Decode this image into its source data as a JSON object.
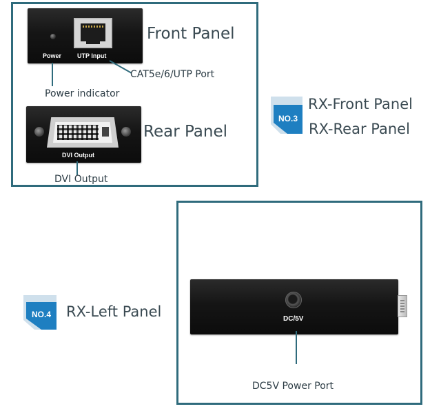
{
  "top_figure": {
    "front_panel": {
      "heading": "Front Panel",
      "power_label": "Power",
      "utp_label": "UTP Input",
      "utp_callout": "CAT5e/6/UTP Port",
      "power_callout": "Power indicator"
    },
    "rear_panel": {
      "heading": "Rear Panel",
      "dvi_label": "DVI Output",
      "dvi_callout": "DVI Output"
    }
  },
  "badge_3": {
    "label": "NO.3",
    "titles": [
      "RX-Front Panel",
      "RX-Rear Panel"
    ]
  },
  "badge_4": {
    "label": "NO.4",
    "title": "RX-Left Panel"
  },
  "bottom_figure": {
    "dc_label": "DC/5V",
    "dc_callout": "DC5V Power Port"
  },
  "colors": {
    "frame": "#2f6b7c",
    "badge_blue": "#1e7fc1",
    "badge_light": "#cfe0ec",
    "device": "#111111"
  }
}
